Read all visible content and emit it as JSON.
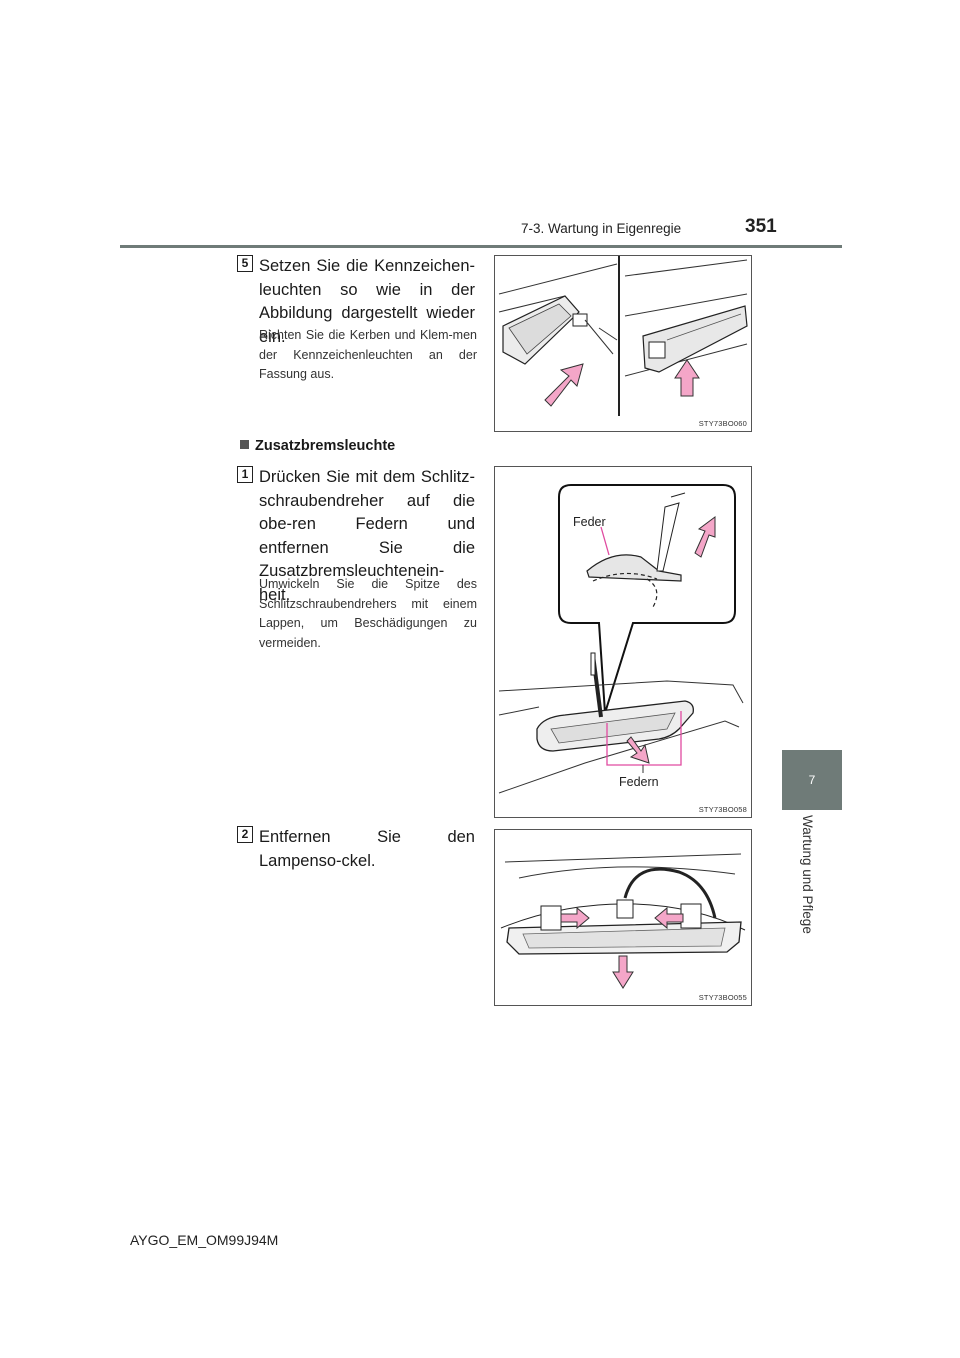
{
  "header": {
    "section": "7-3. Wartung in Eigenregie",
    "page_number": "351"
  },
  "chapter": {
    "number": "7",
    "title": "Wartung und Pflege"
  },
  "steps": [
    {
      "number": "5",
      "text": "Setzen Sie die Kennzeichen-leuchten so wie in der Abbildung dargestellt wieder ein.",
      "note": "Richten Sie die Kerben und Klem-men der Kennzeichenleuchten an der Fassung aus.",
      "figure_code": "STY73BO060"
    },
    {
      "number": "1",
      "text": "Drücken Sie mit dem Schlitz-schraubendreher auf die obe-ren Federn und entfernen Sie die Zusatzbremsleuchtenein-heit.",
      "note": "Umwickeln Sie die Spitze des Schlitzschraubendrehers mit einem Lappen, um Beschädigungen zu vermeiden.",
      "figure_code": "STY73BO058",
      "figure_labels": {
        "spring": "Feder",
        "springs": "Federn"
      }
    },
    {
      "number": "2",
      "text": "Entfernen Sie den Lampenso-ckel.",
      "figure_code": "STY73BO055"
    }
  ],
  "section_heading": "Zusatzbremsleuchte",
  "footer": {
    "code": "AYGO_EM_OM99J94M"
  },
  "colors": {
    "accent_gray": "#6f7b78",
    "arrow_pink": "#f4a6c8",
    "callout_pink": "#e04aa0"
  }
}
